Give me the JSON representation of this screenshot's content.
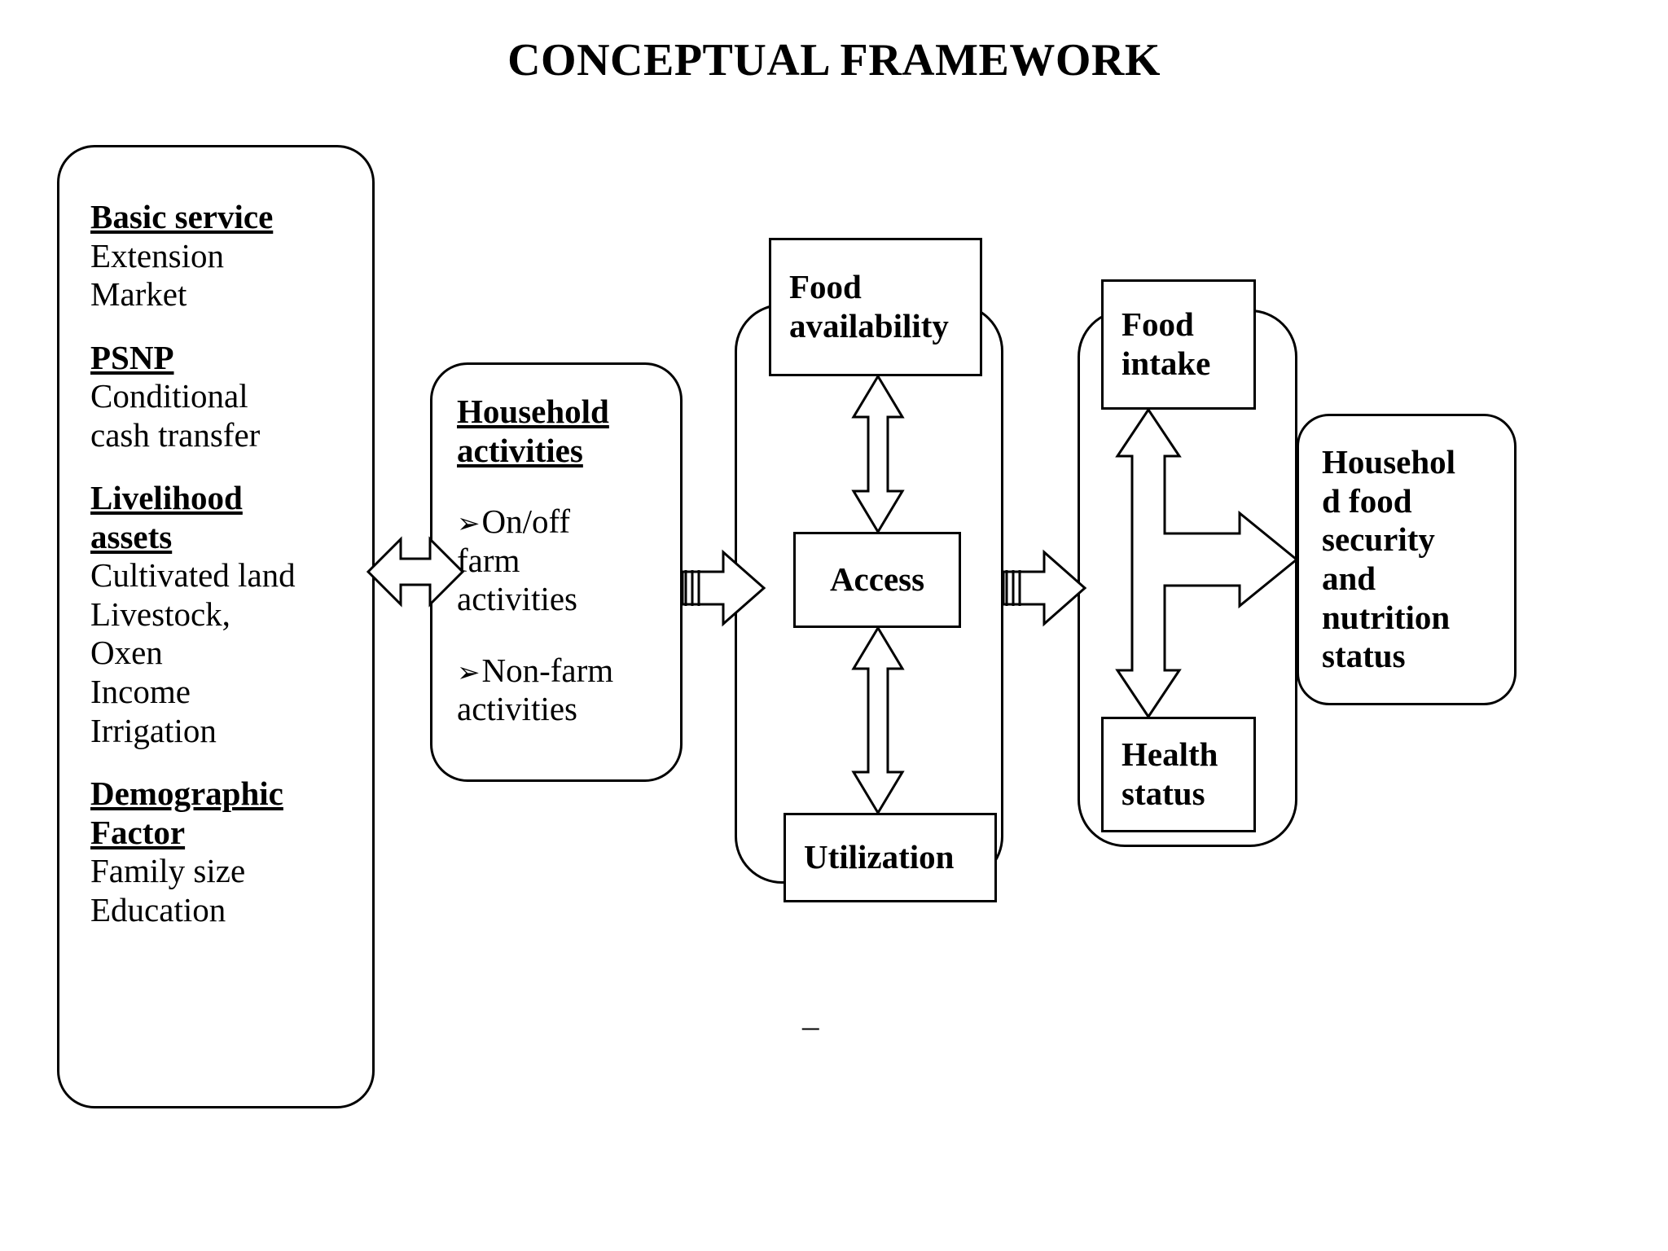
{
  "title": "CONCEPTUAL FRAMEWORK",
  "left_panel": {
    "name": "determinants-panel",
    "groups": [
      {
        "heading": "Basic service",
        "items": [
          "Extension",
          "Market"
        ]
      },
      {
        "heading": "PSNP",
        "items": [
          "Conditional",
          "cash transfer"
        ]
      },
      {
        "heading_line1": "Livelihood",
        "heading_line2": "assets",
        "items": [
          "Cultivated land",
          "Livestock,",
          "Oxen",
          "Income",
          "Irrigation"
        ]
      },
      {
        "heading_line1": "Demographic",
        "heading_line2": "Factor",
        "items": [
          "Family size",
          "Education"
        ]
      }
    ]
  },
  "household_activities": {
    "heading_line1": "Household",
    "heading_line2": "activities",
    "bullet_glyph": "➢",
    "bullets": [
      {
        "line1": "On/off",
        "line2": "farm",
        "line3": "activities"
      },
      {
        "line1": "Non-farm",
        "line2": "activities",
        "line3": ""
      }
    ]
  },
  "food_security_pillars": {
    "availability_line1": "Food",
    "availability_line2": "availability",
    "access": "Access",
    "utilization": "Utilization"
  },
  "outcomes": {
    "food_intake_line1": "Food",
    "food_intake_line2": "intake",
    "health_status_line1": "Health",
    "health_status_line2": "status"
  },
  "final_outcome": {
    "lines": [
      "Househol",
      "d food",
      "security",
      "and",
      "nutrition",
      "status"
    ]
  },
  "stray_mark": "–",
  "colors": {
    "stroke": "#000000",
    "fill": "#ffffff",
    "text": "#000000"
  }
}
